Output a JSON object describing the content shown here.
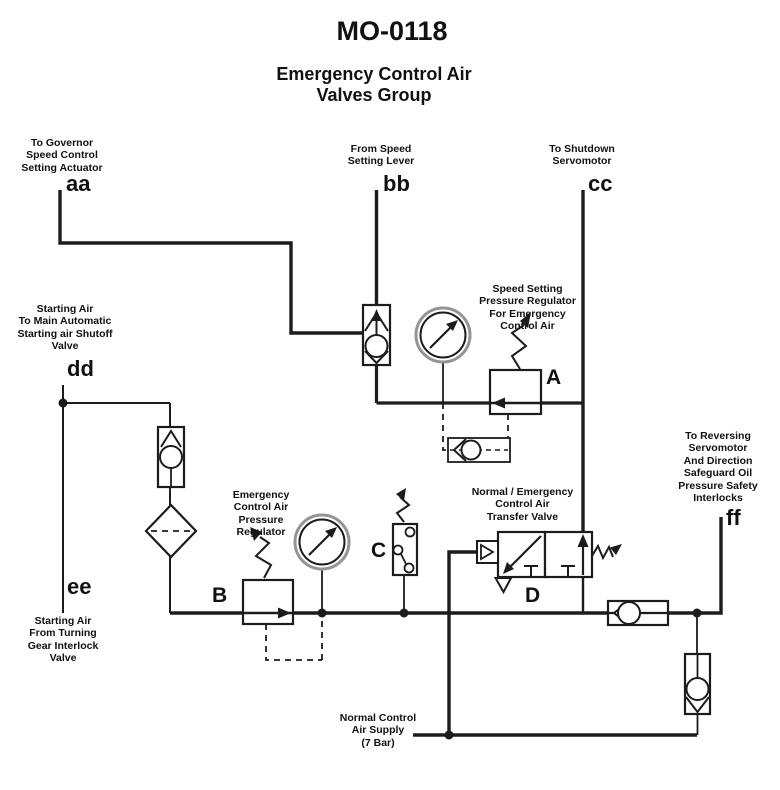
{
  "title": "MO-0118",
  "subtitle": "Emergency Control Air\nValves Group",
  "ports": {
    "aa": {
      "id": "aa",
      "label": "To Governor\nSpeed Control\nSetting Actuator"
    },
    "bb": {
      "id": "bb",
      "label": "From Speed\nSetting Lever"
    },
    "cc": {
      "id": "cc",
      "label": "To Shutdown\nServomotor"
    },
    "dd": {
      "id": "dd",
      "label": "Starting Air\nTo Main Automatic\nStarting air Shutoff\nValve"
    },
    "ee": {
      "id": "ee",
      "label": "Starting Air\nFrom Turning\nGear Interlock\nValve"
    },
    "ff": {
      "id": "ff",
      "label": "To Reversing\nServomotor\nAnd Direction\nSafeguard Oil\nPressure Safety\nInterlocks"
    }
  },
  "components": {
    "A": {
      "letter": "A",
      "label": "Speed Setting\nPressure Regulator\nFor Emergency\nControl Air"
    },
    "B": {
      "letter": "B",
      "label": "Emergency\nControl Air\nPressure\nRegulator"
    },
    "C": {
      "letter": "C"
    },
    "D": {
      "letter": "D",
      "label": "Normal / Emergency\nControl Air\nTransfer Valve"
    }
  },
  "supply": {
    "label": "Normal Control\nAir Supply\n(7 Bar)"
  },
  "colors": {
    "line": "#1c1c1c",
    "background": "#ffffff",
    "gauge_ring": "#949494"
  }
}
